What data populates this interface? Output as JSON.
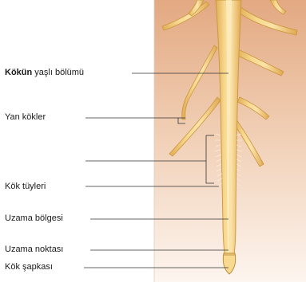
{
  "labels": {
    "old_part_bold": "Kökün",
    "old_part_rest": " yaşlı bölümü",
    "lateral_roots": "Yan kökler",
    "root_hairs": "Kök tüyleri",
    "elongation_zone": "Uzama bölgesi",
    "growing_point": "Uzama noktası",
    "root_cap": "Kök şapkası"
  },
  "colors": {
    "background_top": "#e8b48c",
    "background_bottom": "#fbf1e9",
    "root_fill": "#f4cf7c",
    "root_edge": "#c9963d",
    "root_highlight": "#fbe6b0",
    "leader_line": "#333333",
    "label_text": "#1a1a1a"
  }
}
